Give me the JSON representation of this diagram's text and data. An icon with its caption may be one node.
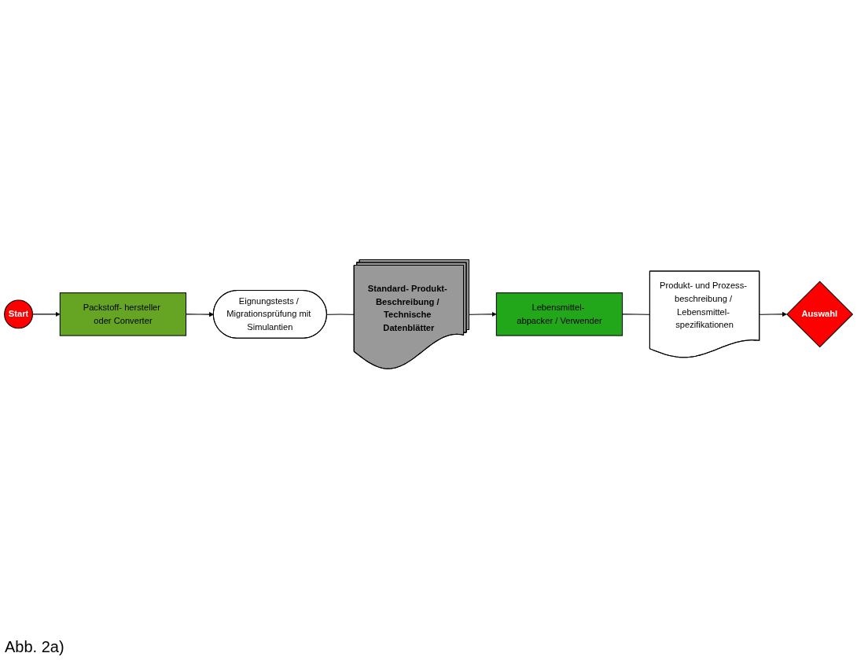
{
  "diagram": {
    "caption": "Abb. 2a)",
    "nodes": [
      {
        "text": [
          "Start"
        ]
      },
      {
        "text": [
          "Packstoff- hersteller oder Converter"
        ]
      },
      {
        "text": [
          "Eignungstests / Migrationsprüfung mit Simulantien"
        ]
      },
      {
        "text": [
          "Standard- Produkt- Beschreibung / Technische Datenblätter"
        ]
      },
      {
        "text": [
          "Lebensmittel- abpacker / Verwender"
        ]
      },
      {
        "text": [
          "Produkt- und Prozess- beschreibung / Lebensmittel- spezifikationen"
        ]
      },
      {
        "text": [
          "Auswahl"
        ]
      }
    ],
    "edges": [
      {
        "from": 0,
        "to": 1,
        "arrow": "to"
      },
      {
        "from": 1,
        "to": 2,
        "arrow": "to"
      },
      {
        "from": 2,
        "to": 3,
        "arrow": "none"
      },
      {
        "from": 3,
        "to": 4,
        "arrow": "to"
      },
      {
        "from": 4,
        "to": 5,
        "arrow": "none"
      },
      {
        "from": 5,
        "to": 6,
        "arrow": "to"
      }
    ]
  }
}
